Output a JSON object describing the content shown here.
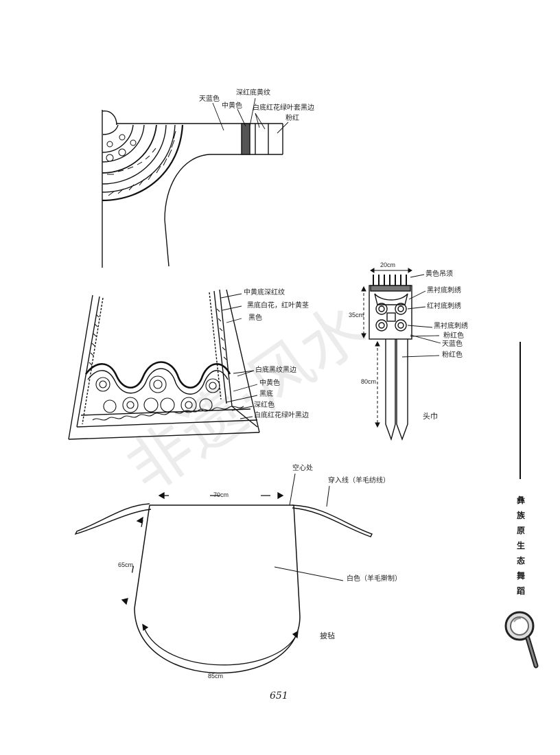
{
  "page": {
    "number": "651"
  },
  "sidebar": {
    "title_chars": [
      "彝",
      "族",
      "原",
      "生",
      "态",
      "舞",
      "蹈"
    ],
    "icon": "magnifier-icon"
  },
  "watermark": "非遗·风水",
  "upper_garment": {
    "labels": {
      "sky_blue": "天蓝色",
      "deep_red_yellow": "深红底黄纹",
      "mid_yellow": "中黄色",
      "white_red_flower": "白底红花绿叶套黑边",
      "pink_red": "粉红"
    }
  },
  "skirt": {
    "labels": {
      "yellow_deep_red": "中黄底深红纹",
      "black_white_flower": "黑底白花，红叶黄茎",
      "black": "黑色",
      "white_black_pattern": "白底黑纹黑边",
      "mid_yellow": "中黄色",
      "black_base": "黑底",
      "deep_red": "深红色",
      "white_red_flower": "白底红花绿叶黑边"
    }
  },
  "headscarf": {
    "caption": "头巾",
    "width": "20cm",
    "body_length": "35cm",
    "tail_length": "80cm",
    "labels": {
      "yellow_tassel": "黄色吊须",
      "black_lined_embroidery": "黑衬底刺绣",
      "red_lined_embroidery": "红衬底刺绣",
      "black_lined_embroidery_2": "黑衬底刺绣",
      "pink_red": "粉红色",
      "sky_blue": "天蓝色",
      "pink_red_2": "粉红色"
    }
  },
  "cape": {
    "caption": "披毡",
    "top_width": "70cm",
    "height": "65cm",
    "bottom_arc": "85cm",
    "labels": {
      "hollow": "空心处",
      "thread": "穿入线（羊毛纺线）",
      "white": "白色（羊毛擀制）"
    }
  }
}
